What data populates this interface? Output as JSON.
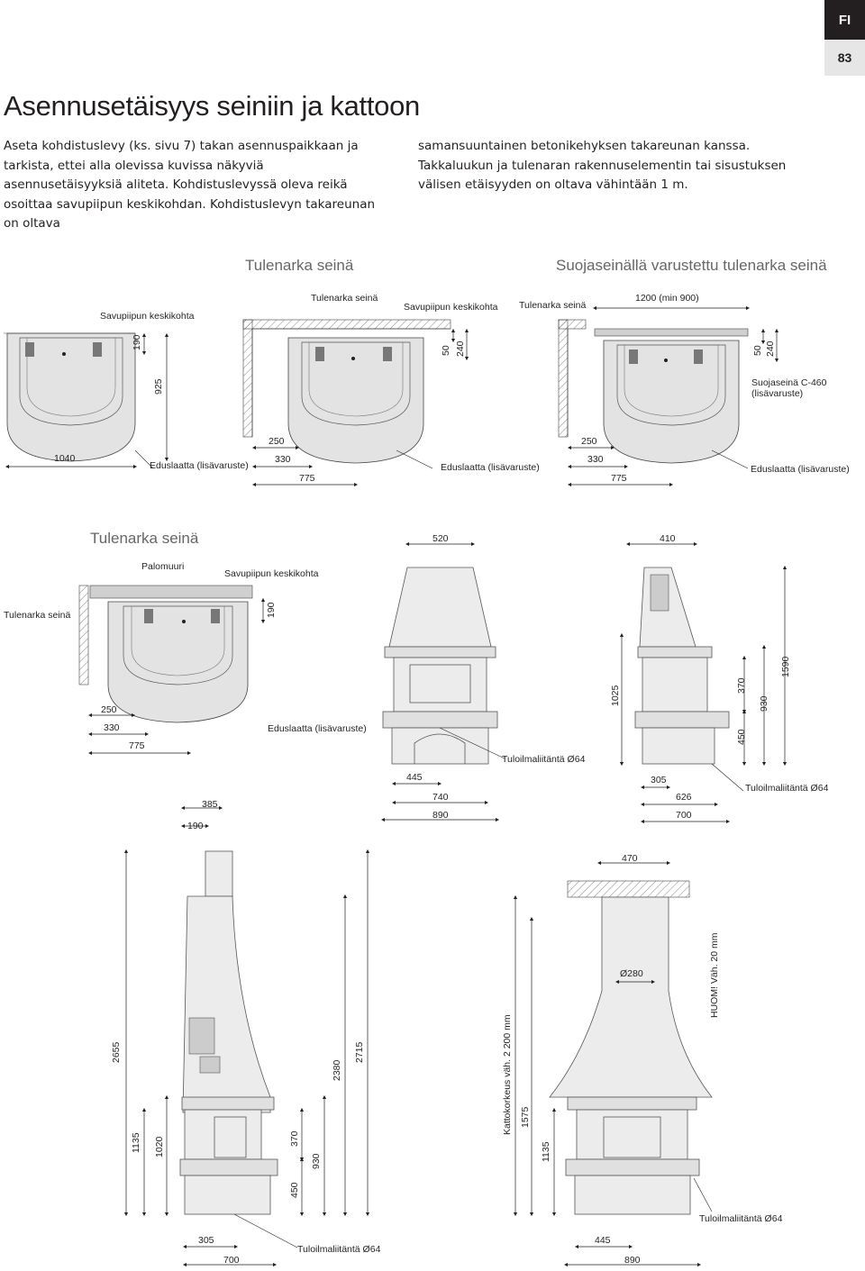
{
  "header": {
    "lang": "FI",
    "page_number": "83"
  },
  "title": "Asennusetäisyys seiniin ja kattoon",
  "intro": {
    "left": "Aseta kohdistuslevy (ks. sivu 7) takan asennuspaikkaan ja tarkista, ettei alla olevissa kuvissa näkyviä asennusetäisyyksiä aliteta. Kohdistuslevyssä oleva reikä osoittaa savupiipun keskikohdan. Kohdistuslevyn takareunan on oltava",
    "right": "samansuuntainen betonikehyksen takareunan kanssa. Takkaluukun ja tulenaran rakennuselementin tai sisustuksen välisen etäisyyden on oltava vähintään 1 m."
  },
  "row1": {
    "heading_center": "Tulenarka seinä",
    "heading_right": "Suojaseinällä varustettu tulenarka seinä",
    "d1": {
      "chimney": "Savupiipun keskikohta",
      "d190": "190",
      "d925": "925",
      "d1040": "1040",
      "plate": "Eduslaatta (lisävaruste)"
    },
    "d2": {
      "wall": "Tulenarka seinä",
      "chimney": "Savupiipun keskikohta",
      "d50": "50",
      "d240": "240",
      "d250": "250",
      "d330": "330",
      "d775": "775",
      "plate": "Eduslaatta (lisävaruste)"
    },
    "d3": {
      "wall": "Tulenarka seinä",
      "d1200": "1200 (min 900)",
      "d50": "50",
      "d240": "240",
      "shield": "Suojaseinä C-460",
      "shield2": "(lisävaruste)",
      "d250": "250",
      "d330": "330",
      "d775": "775",
      "plate": "Eduslaatta (lisävaruste)"
    }
  },
  "row2": {
    "heading": "Tulenarka seinä",
    "firewall": "Palomuuri",
    "chimney": "Savupiipun keskikohta",
    "wall": "Tulenarka seinä",
    "d190": "190",
    "d250": "250",
    "d330": "330",
    "d775": "775",
    "plate": "Eduslaatta (lisävaruste)",
    "front": {
      "d520": "520",
      "d1025": "1025",
      "d445": "445",
      "d740": "740",
      "d890": "890",
      "air": "Tuloilmaliitäntä Ø64"
    },
    "side": {
      "d410": "410",
      "d1590": "1590",
      "d370": "370",
      "d930": "930",
      "d450": "450",
      "d305": "305",
      "d626": "626",
      "d700": "700",
      "air": "Tuloilmaliitäntä Ø64"
    }
  },
  "row3": {
    "left": {
      "d385": "385",
      "d190": "190",
      "d2655": "2655",
      "d1135": "1135",
      "d1020": "1020",
      "d370": "370",
      "d450": "450",
      "d930": "930",
      "d2380": "2380",
      "d2715": "2715",
      "d305": "305",
      "d700": "700",
      "air": "Tuloilmaliitäntä Ø64"
    },
    "right": {
      "d470": "470",
      "d280": "Ø280",
      "note": "HUOM! Väh. 20 mm",
      "ceiling": "Kattokorkeus väh. 2 200 mm",
      "d1575": "1575",
      "d1135": "1135",
      "d445": "445",
      "d890": "890",
      "air": "Tuloilmaliitäntä Ø64"
    }
  }
}
